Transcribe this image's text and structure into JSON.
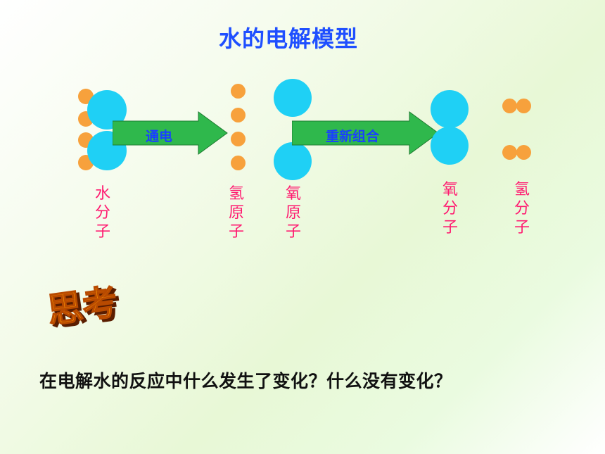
{
  "slide": {
    "title": "水的电解模型",
    "arrow1_label": "通电",
    "arrow2_label": "重新组合",
    "labels": {
      "water_molecule": [
        "水",
        "分",
        "子"
      ],
      "hydrogen_atom": [
        "氢",
        "原",
        "子"
      ],
      "oxygen_atom": [
        "氧",
        "原",
        "子"
      ],
      "oxygen_molecule": [
        "氧",
        "分",
        "子"
      ],
      "hydrogen_molecule": [
        "氢",
        "分",
        "子"
      ]
    },
    "think_text": "思考",
    "question": "在电解水的反应中什么发生了变化？什么没有变化？"
  },
  "colors": {
    "title": "#1f4fff",
    "oxygen": "#1fd0f5",
    "hydrogen": "#f7a13c",
    "arrow": "#2fb84c",
    "label": "#ff1a70",
    "think": "#ff9a00"
  }
}
